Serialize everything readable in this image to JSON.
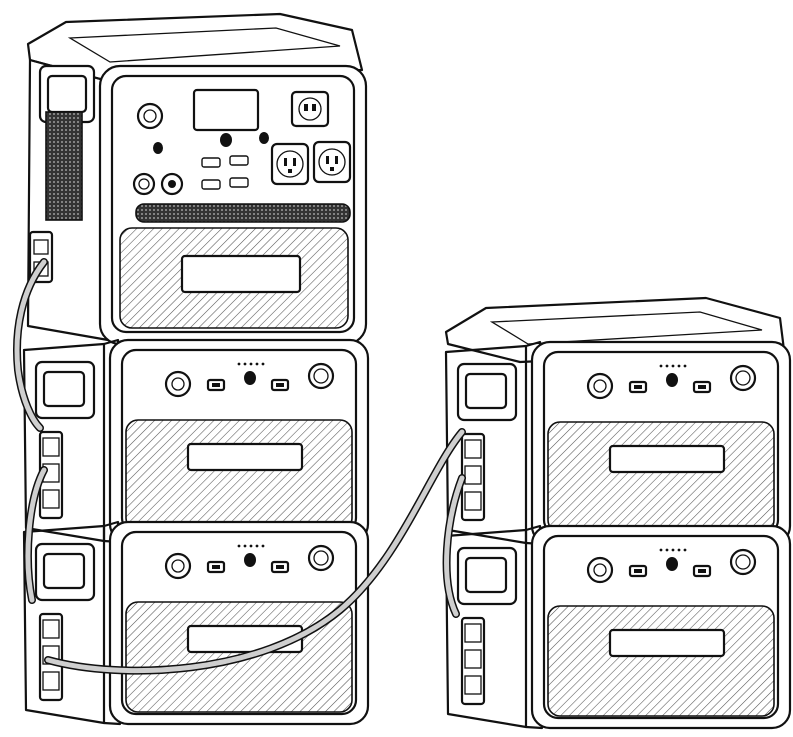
{
  "figure": {
    "units": [
      {
        "id": "power-station",
        "kind": "main-unit",
        "stack": "left",
        "position": "top"
      },
      {
        "id": "battery-1",
        "kind": "expansion-battery",
        "stack": "left",
        "position": "middle"
      },
      {
        "id": "battery-2",
        "kind": "expansion-battery",
        "stack": "left",
        "position": "bottom"
      },
      {
        "id": "battery-3",
        "kind": "expansion-battery",
        "stack": "right",
        "position": "top"
      },
      {
        "id": "battery-4",
        "kind": "expansion-battery",
        "stack": "right",
        "position": "bottom"
      }
    ],
    "cables": [
      {
        "from": "power-station",
        "to": "battery-1"
      },
      {
        "from": "battery-1",
        "to": "battery-2"
      },
      {
        "from": "battery-2",
        "to": "battery-3"
      },
      {
        "from": "battery-3",
        "to": "battery-4"
      }
    ],
    "icons": [
      "power-button-icon",
      "ac-outlet-icon",
      "usb-port-icon",
      "led-indicator-icon",
      "handle-icon",
      "vent-grille-icon"
    ],
    "colors": {
      "line": "#111111",
      "background": "#ffffff",
      "cable": "#cfcfcf"
    }
  }
}
